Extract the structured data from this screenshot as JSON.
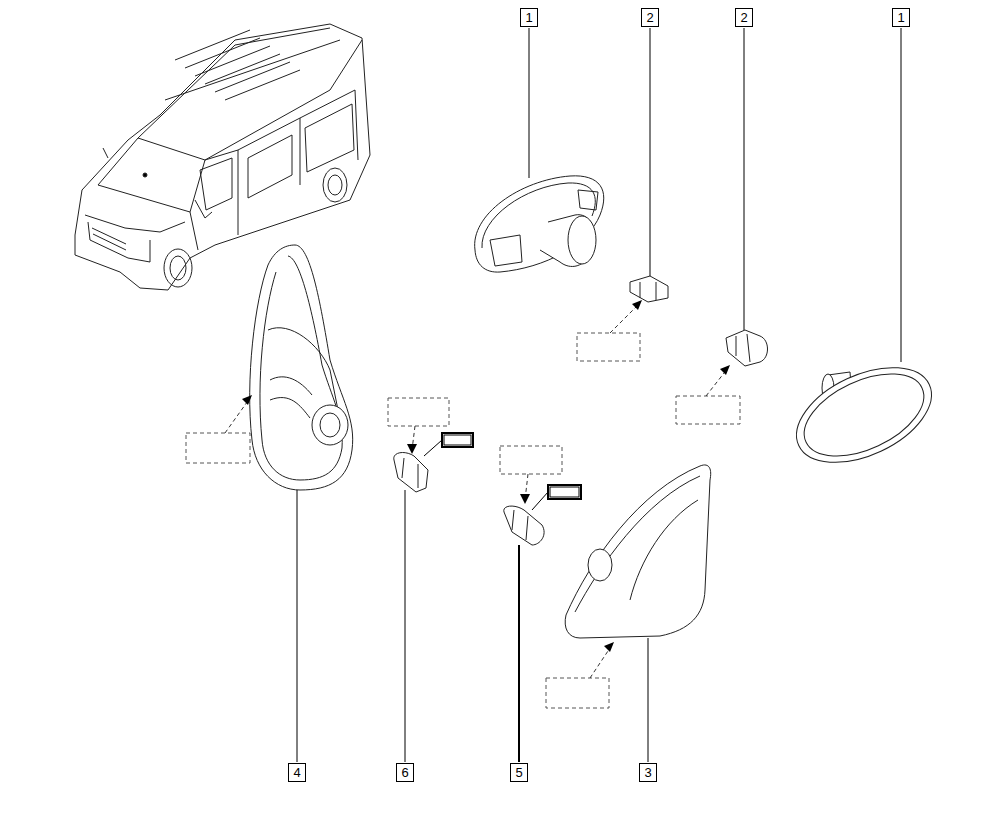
{
  "diagram": {
    "labels": [
      "1",
      "2",
      "2",
      "1",
      "4",
      "6",
      "5",
      "3"
    ]
  }
}
